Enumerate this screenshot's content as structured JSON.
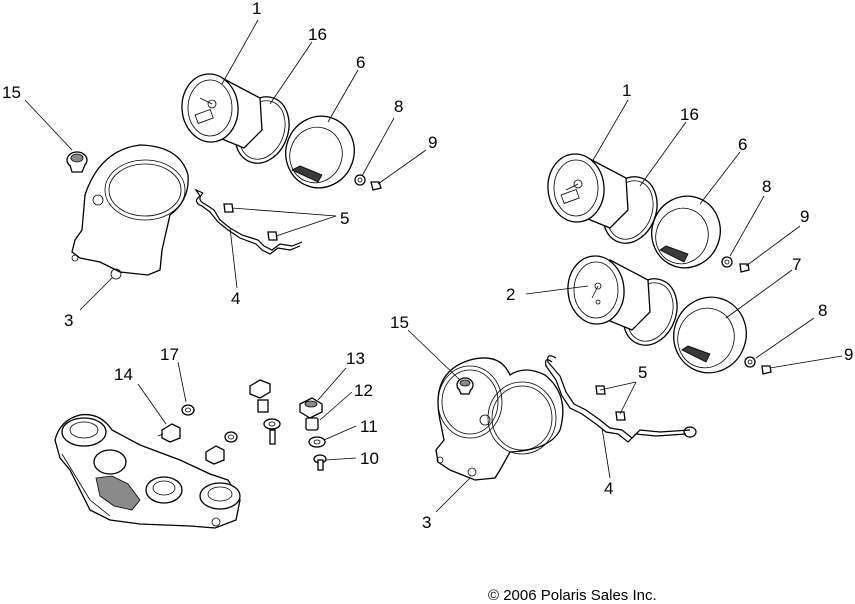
{
  "callouts": {
    "c1": "1",
    "c16": "16",
    "c6": "6",
    "c8": "8",
    "c9": "9",
    "c15": "15",
    "c5": "5",
    "c4": "4",
    "c3": "3",
    "r1": "1",
    "r16": "16",
    "r6": "6",
    "r8": "8",
    "r9": "9",
    "r7": "7",
    "r2": "2",
    "r8b": "8",
    "r9b": "9",
    "r15": "15",
    "r5": "5",
    "r4": "4",
    "r3": "3",
    "b17": "17",
    "b14": "14",
    "b13": "13",
    "b12": "12",
    "b11": "11",
    "b10": "10"
  },
  "copyright": "© 2006 Polaris Sales Inc."
}
